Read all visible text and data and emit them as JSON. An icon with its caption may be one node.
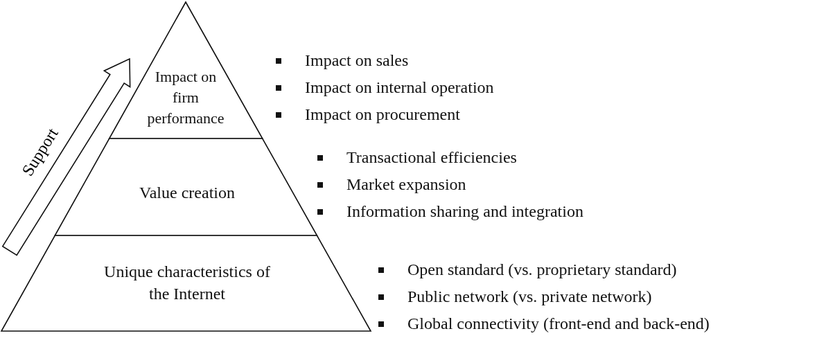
{
  "diagram": {
    "nodes": [
      {
        "text": [
          "Impact on firm performance"
        ],
        "beside": [
          "Impact on sales",
          "Impact on internal operation",
          "Impact on procurement"
        ]
      },
      {
        "text": [
          "Value creation"
        ],
        "beside": [
          "Transactional efficiencies",
          "Market expansion",
          "Information sharing and integration"
        ]
      },
      {
        "text": [
          "Unique characteristics of the Internet"
        ],
        "beside": [
          "Open standard (vs. proprietary standard)",
          "Public network (vs. private network)",
          "Global connectivity (front-end and back-end)"
        ]
      }
    ],
    "edges": [],
    "labels": [
      "Support"
    ]
  }
}
